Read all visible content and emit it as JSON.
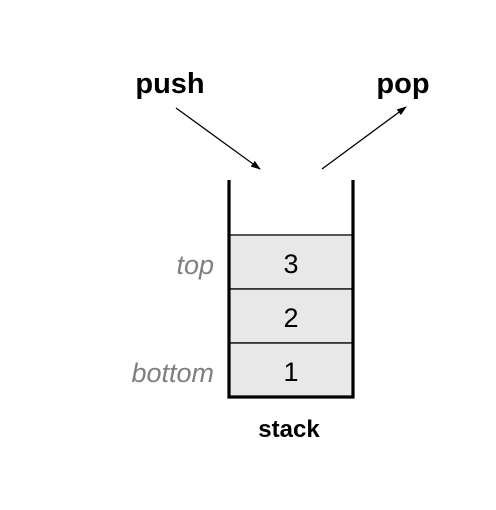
{
  "labels": {
    "push": "push",
    "pop": "pop",
    "top": "top",
    "bottom": "bottom",
    "caption": "stack"
  },
  "stack": {
    "cells": [
      "3",
      "2",
      "1"
    ]
  },
  "colors": {
    "cell_fill": "#e8e8e8",
    "outline": "#000000",
    "side_label": "#7f7f7f"
  }
}
